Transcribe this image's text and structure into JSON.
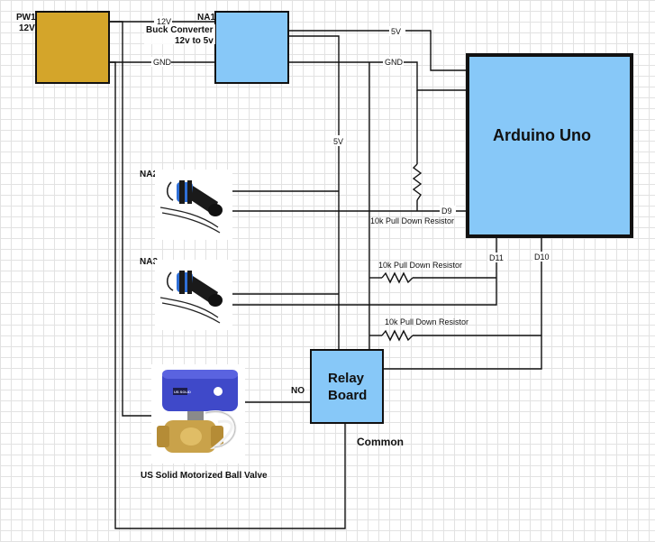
{
  "colors": {
    "power_supply": "#d4a52a",
    "buck_converter": "#87c8f8",
    "arduino": "#87c8f8",
    "relay": "#87c8f8",
    "wire": "#111111",
    "grid": "#e2e2e2"
  },
  "blocks": {
    "power_supply": {
      "id": "PW1",
      "voltage": "12V"
    },
    "buck_converter": {
      "id": "NA1",
      "name": "Buck Converter",
      "rating": "12v to 5v"
    },
    "arduino": {
      "name": "Arduino Uno"
    },
    "relay": {
      "line1": "Relay",
      "line2": "Board",
      "common": "Common",
      "no": "NO"
    }
  },
  "wires": {
    "v12": "12V",
    "gnd_left": "GND",
    "gnd_right": "GND",
    "v5_top": "5V",
    "v5_vertical": "5V",
    "pin_d9": "D9",
    "pin_d11": "D11",
    "pin_d10": "D10"
  },
  "sensors": {
    "na2": {
      "id": "NA2",
      "icon": "float-switch-icon"
    },
    "na3": {
      "id": "NA3",
      "icon": "float-switch-icon"
    }
  },
  "resistors": [
    {
      "label": "10k Pull Down Resistor",
      "icon": "resistor-icon"
    },
    {
      "label": "10k Pull Down Resistor",
      "icon": "resistor-icon"
    },
    {
      "label": "10k Pull Down Resistor",
      "icon": "resistor-icon"
    }
  ],
  "valve": {
    "label": "US Solid Motorized Ball Valve",
    "badge": "US SOLID",
    "icon": "motorized-ball-valve-icon"
  }
}
